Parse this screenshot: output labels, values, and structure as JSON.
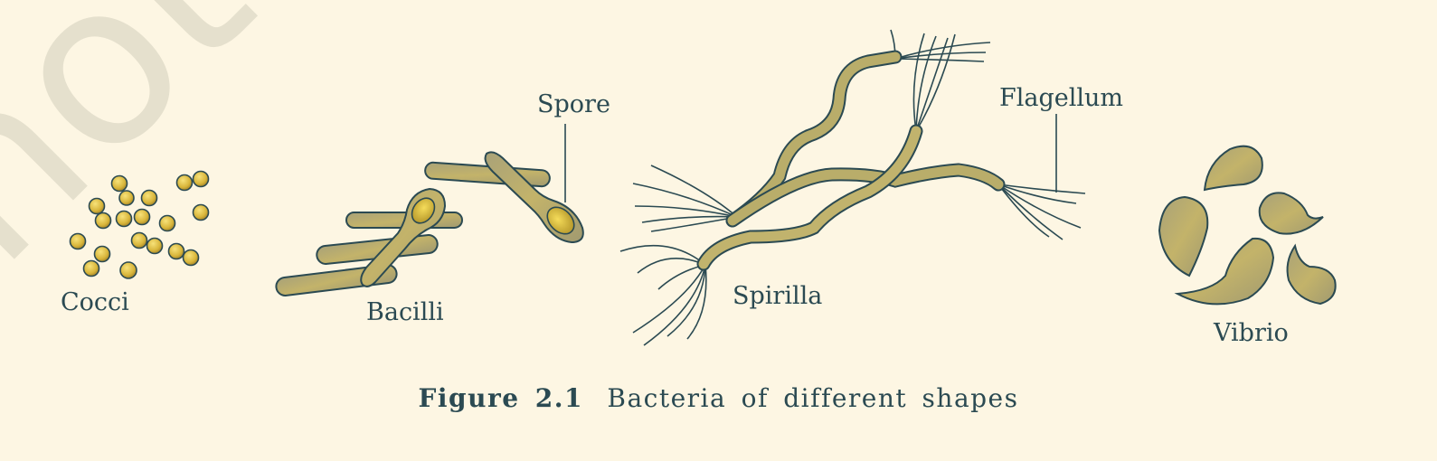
{
  "watermark": "not to",
  "labels": {
    "cocci": "Cocci",
    "bacilli": "Bacilli",
    "spore": "Spore",
    "spirilla": "Spirilla",
    "flagellum": "Flagellum",
    "vibrio": "Vibrio"
  },
  "caption": {
    "number": "Figure 2.1",
    "text": "Bacteria of different shapes"
  },
  "colors": {
    "background": "#fdf6e3",
    "outline": "#2b4a52",
    "cell_fill": "#b8ab6a",
    "coccus_fill": "#e0bc3c"
  }
}
